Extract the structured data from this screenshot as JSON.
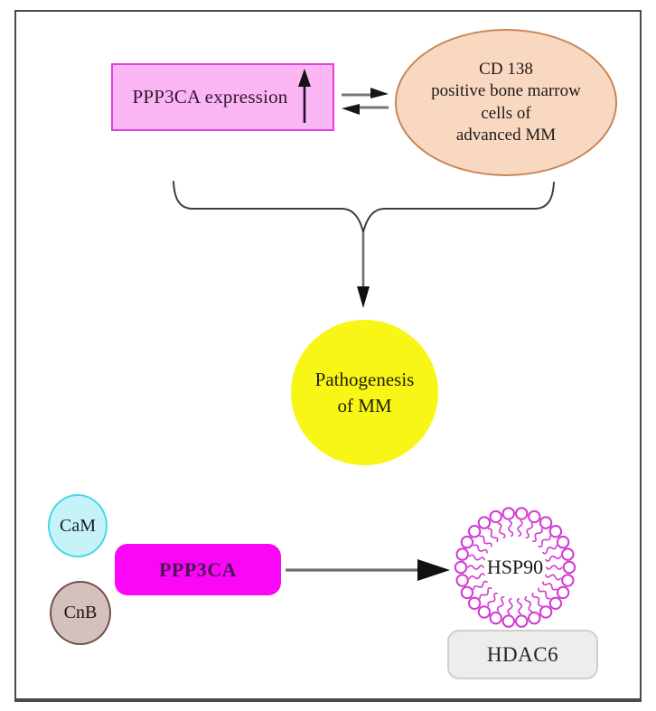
{
  "diagram": {
    "top": {
      "expression_box": {
        "label": "PPP3CA expression"
      },
      "marrow_ellipse": {
        "lines": [
          "CD 138",
          "positive bone marrow",
          "cells of",
          "advanced MM"
        ]
      }
    },
    "middle": {
      "pathogenesis_circle": {
        "line1": "Pathogenesis",
        "line2": "of MM"
      }
    },
    "bottom": {
      "cam_circle": {
        "label": "CaM"
      },
      "cnb_circle": {
        "label": "CnB"
      },
      "ppp3ca_box": {
        "label": "PPP3CA"
      },
      "hsp90_ring": {
        "label": "HSP90"
      },
      "hdac6_box": {
        "label": "HDAC6"
      }
    },
    "colors": {
      "pink_fill": "#f9b6f3",
      "pink_border": "#e83ee0",
      "peach_fill": "#f9d8c2",
      "peach_border": "#c98557",
      "yellow_fill": "#f8f616",
      "cyan_fill": "#c5f3f8",
      "cyan_border": "#45d9e8",
      "tan_fill": "#d4c0bc",
      "tan_border": "#6f5147",
      "magenta_fill": "#fb06f6",
      "ring_magenta": "#d23ad2",
      "gray_fill": "#ededeb",
      "line_gray": "#6e6e6e",
      "frame_gray": "#4a4a4a"
    }
  }
}
